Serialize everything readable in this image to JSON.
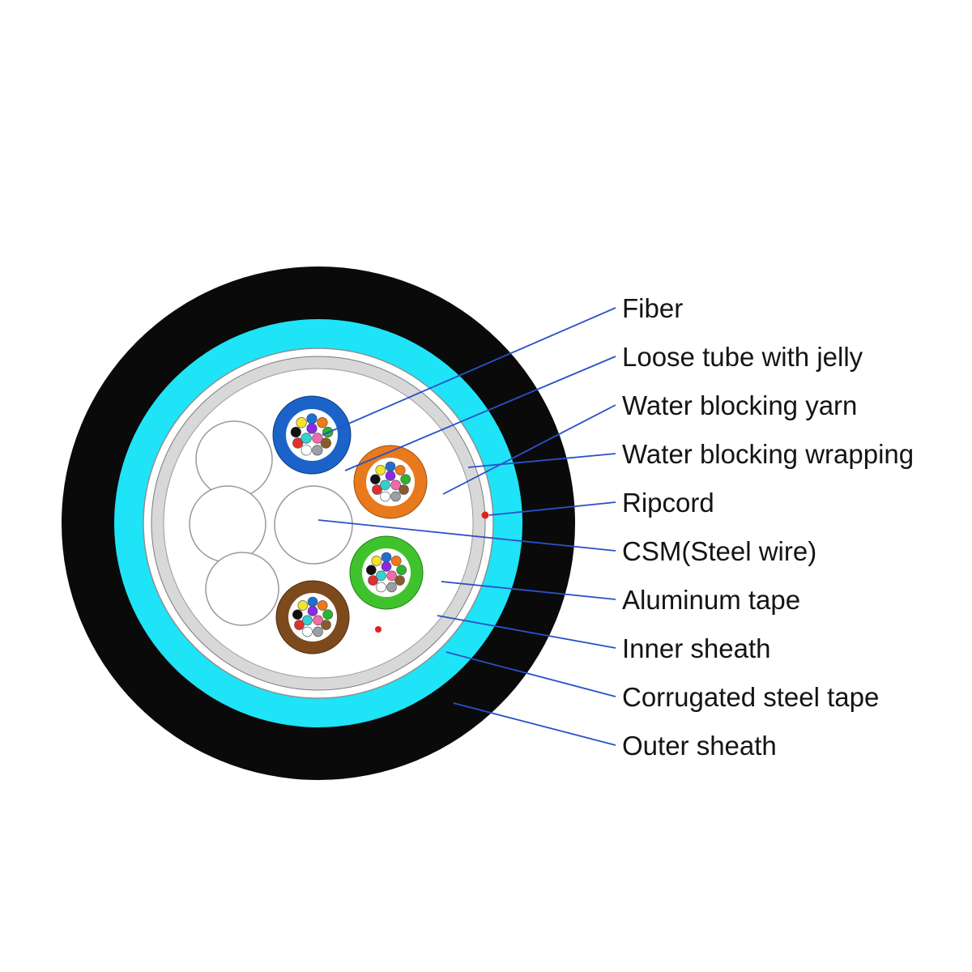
{
  "diagram": {
    "labels": [
      {
        "id": "fiber",
        "text": "Fiber"
      },
      {
        "id": "loose-tube-with-jelly",
        "text": "Loose tube with jelly"
      },
      {
        "id": "water-blocking-yarn",
        "text": "Water blocking yarn"
      },
      {
        "id": "water-blocking-wrapping",
        "text": "Water blocking wrapping"
      },
      {
        "id": "ripcord",
        "text": "Ripcord"
      },
      {
        "id": "csm-steel-wire",
        "text": "CSM(Steel wire)"
      },
      {
        "id": "aluminum-tape",
        "text": "Aluminum tape"
      },
      {
        "id": "inner-sheath",
        "text": "Inner sheath"
      },
      {
        "id": "corrugated-steel-tape",
        "text": "Corrugated steel tape"
      },
      {
        "id": "outer-sheath",
        "text": "Outer sheath"
      }
    ],
    "colors": {
      "outer_sheath": "#0a0a0a",
      "corrugated_steel_tape": "#1fe3f6",
      "inner_sheath": "#ffffff",
      "wrapping": "#d8d8d8",
      "interior": "#ffffff",
      "loose_tube_blue": "#1b63c8",
      "loose_tube_orange": "#e8791c",
      "loose_tube_green": "#3fc32c",
      "loose_tube_brown": "#7d4a1e",
      "ripcord": "#e02020",
      "leader_line": "#2b50c8"
    },
    "fiber_colors": [
      "#1f6fd0",
      "#f07818",
      "#2db32d",
      "#8a5a2a",
      "#9aa0a6",
      "#ffffff",
      "#e03030",
      "#111111",
      "#f5e32a",
      "#8a2be2",
      "#f06ba8",
      "#35d0d0"
    ]
  }
}
